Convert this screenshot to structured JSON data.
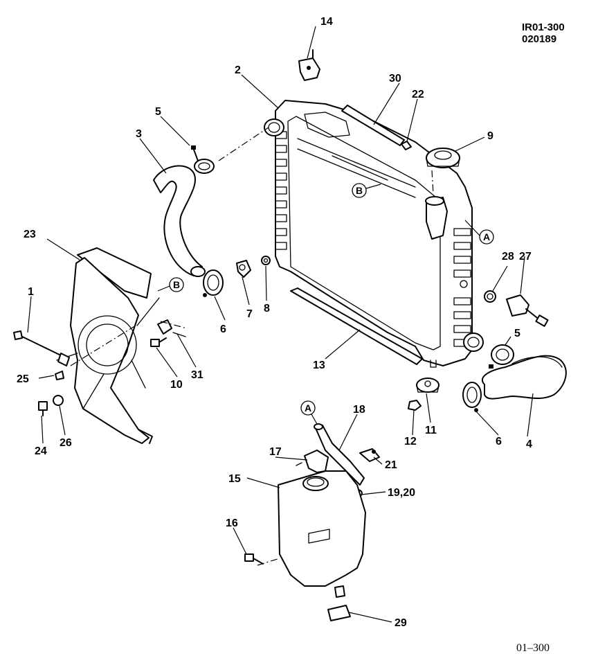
{
  "header_code": {
    "line1": "IR01-300",
    "line2": "020189"
  },
  "footer_code": "01–300",
  "callouts": {
    "a": "A",
    "b": "B"
  },
  "part_numbers": {
    "p1": "1",
    "p2": "2",
    "p3": "3",
    "p4": "4",
    "p5a": "5",
    "p5b": "5",
    "p6a": "6",
    "p6b": "6",
    "p7": "7",
    "p8": "8",
    "p9": "9",
    "p10": "10",
    "p11": "11",
    "p12": "12",
    "p13": "13",
    "p14": "14",
    "p15": "15",
    "p16": "16",
    "p17": "17",
    "p18": "18",
    "p1920": "19,20",
    "p21": "21",
    "p22": "22",
    "p23": "23",
    "p24": "24",
    "p25": "25",
    "p26": "26",
    "p27": "27",
    "p28": "28",
    "p29": "29",
    "p30": "30",
    "p31": "31"
  }
}
